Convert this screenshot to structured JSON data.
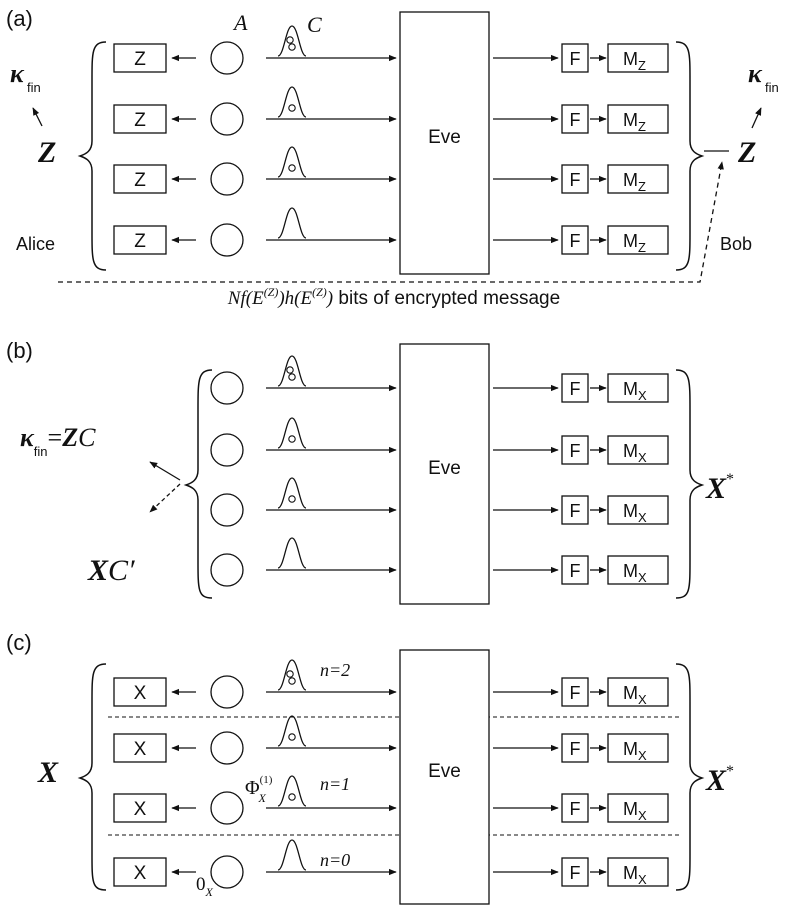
{
  "panels": {
    "a": {
      "label": "(a)",
      "left_key": "Z",
      "kappa_symbol": "κ",
      "kappa_sub": "fin",
      "alice": "Alice",
      "bob": "Bob",
      "right_key": "Z",
      "label_A": "A",
      "label_C": "C",
      "left_boxes": [
        "Z",
        "Z",
        "Z",
        "Z"
      ],
      "meas_main": "M",
      "meas_sub": "Z",
      "dashed_prefix": "Nf(E",
      "dashed_sup1": "(Z)",
      "dashed_mid": ")h(E",
      "dashed_sup2": "(Z)",
      "dashed_close": ")",
      "dashed_suffix": " bits of encrypted message"
    },
    "b": {
      "label": "(b)",
      "kappa_symbol": "κ",
      "kappa_sub": "fin",
      "kappa_eq": "=",
      "kappa_Z": "Z",
      "kappa_C": "C",
      "xc_X": "X",
      "xc_C": "C′",
      "right_key": "X",
      "right_sup": "*",
      "meas_main": "M",
      "meas_sub": "X"
    },
    "c": {
      "label": "(c)",
      "left_key": "X",
      "right_key": "X",
      "right_sup": "*",
      "left_boxes": [
        "X",
        "X",
        "X",
        "X"
      ],
      "meas_main": "M",
      "meas_sub": "X",
      "n2": "n=2",
      "n1": "n=1",
      "n0": "n=0",
      "phi_main": "Φ",
      "phi_sup": "(1)",
      "phi_sub": "X",
      "zero_main": "0",
      "zero_sub": "X"
    }
  },
  "common": {
    "eve": "Eve",
    "filter": "F"
  },
  "colors": {
    "ink": "#111111",
    "background": "#ffffff"
  }
}
